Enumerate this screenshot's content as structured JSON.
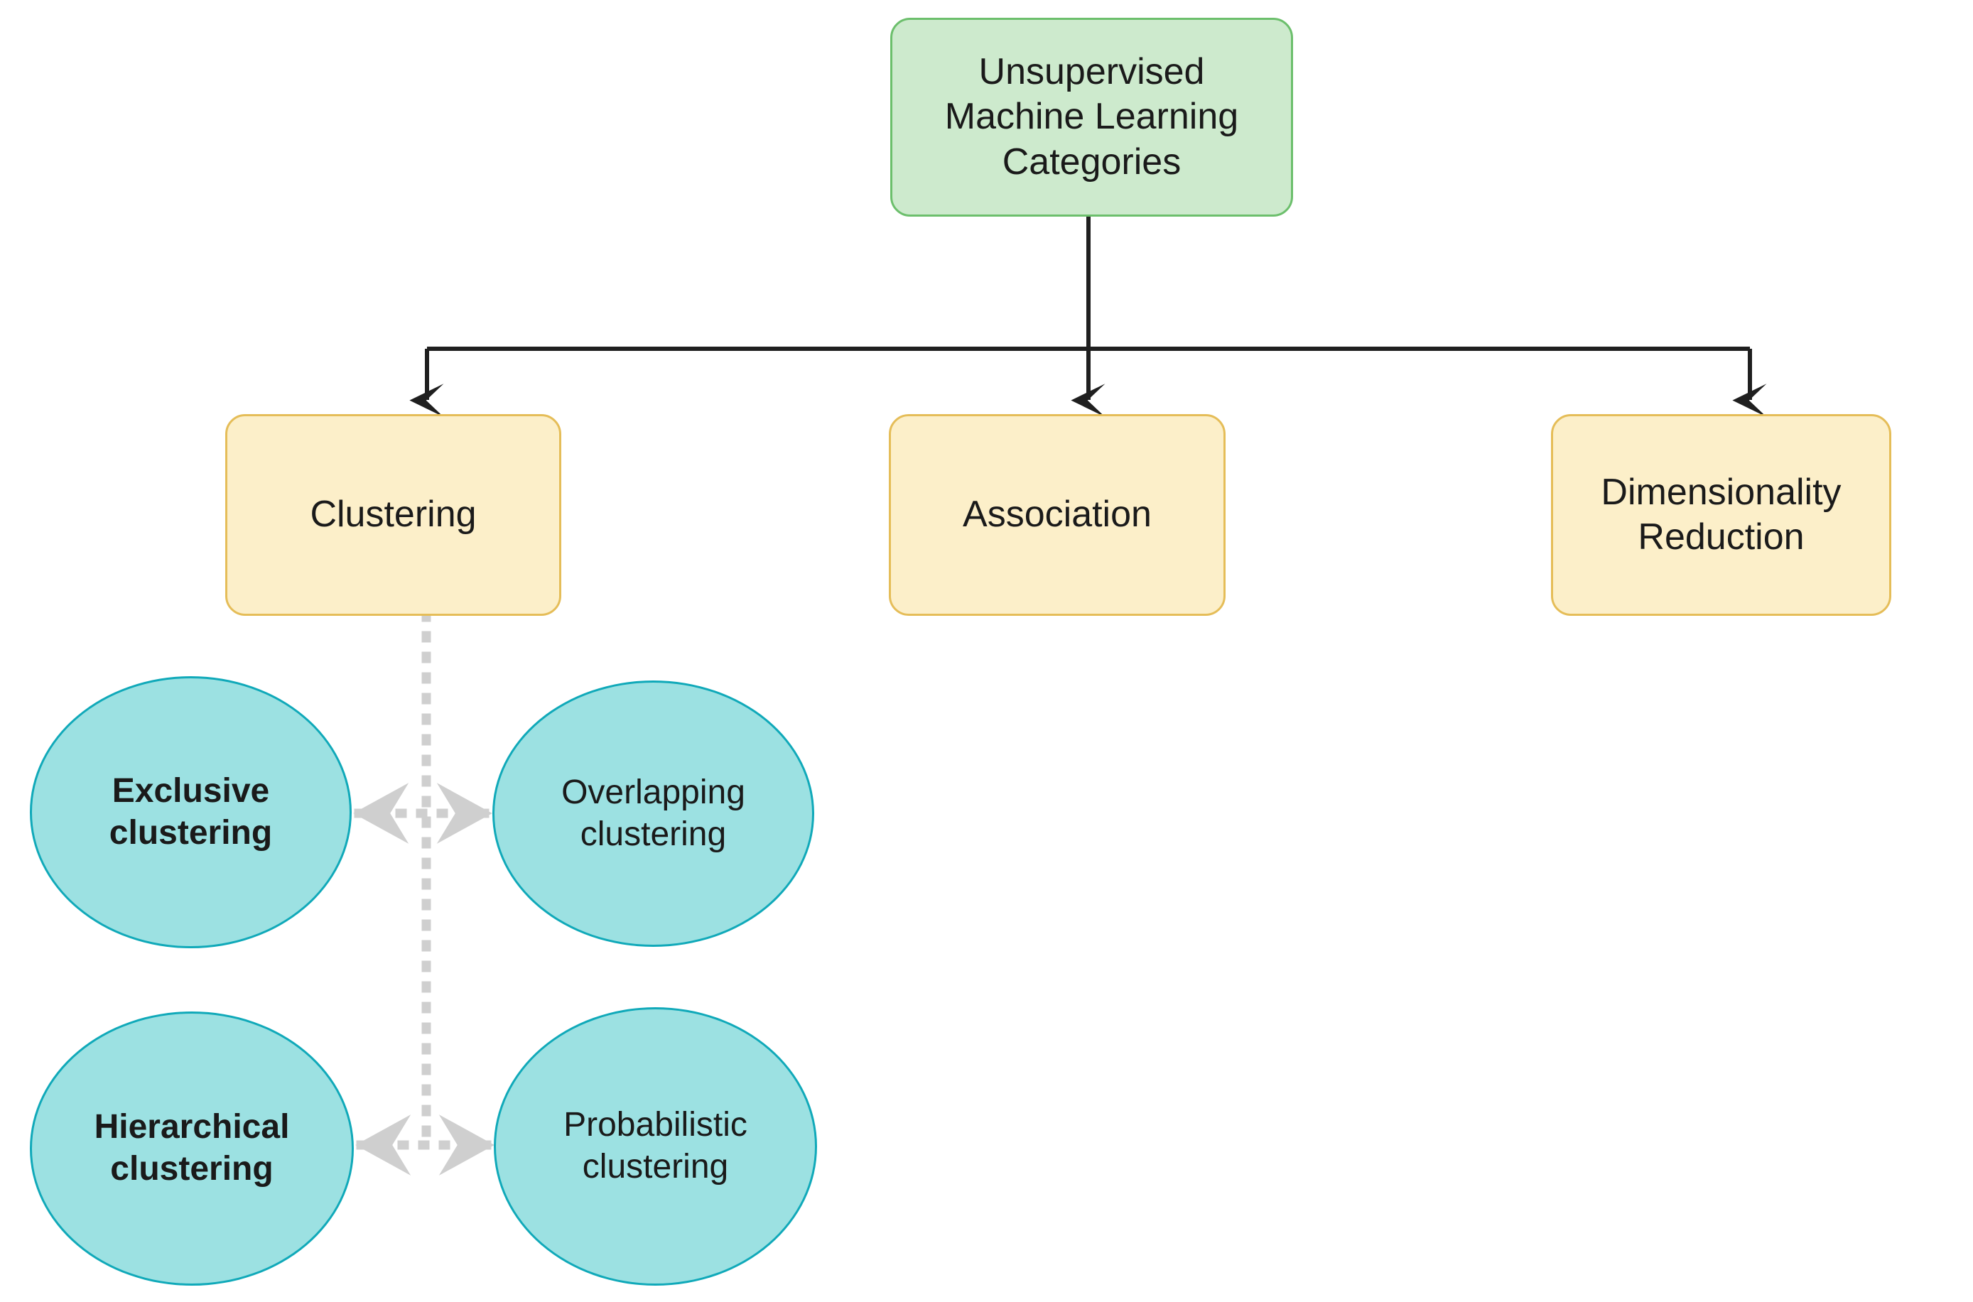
{
  "diagram": {
    "title_node": {
      "label": "Unsupervised\nMachine Learning\nCategories",
      "fill": "#cdeacd",
      "stroke": "#6cbf6c"
    },
    "branches": [
      {
        "label": "Clustering",
        "fill": "#fcefc9",
        "stroke": "#e5bd58"
      },
      {
        "label": "Association",
        "fill": "#fcefc9",
        "stroke": "#e5bd58"
      },
      {
        "label": "Dimensionality\nReduction",
        "fill": "#fcefc9",
        "stroke": "#e5bd58"
      }
    ],
    "leaves": [
      {
        "label": "Exclusive\nclustering",
        "fill": "#9ce1e2",
        "stroke": "#10a9b9"
      },
      {
        "label": "Overlapping\nclustering",
        "fill": "#9ce1e2",
        "stroke": "#10a9b9"
      },
      {
        "label": "Hierarchical\nclustering",
        "fill": "#9ce1e2",
        "stroke": "#10a9b9"
      },
      {
        "label": "Probabilistic\nclustering",
        "fill": "#9ce1e2",
        "stroke": "#10a9b9"
      }
    ],
    "connectors": {
      "tree_edge_color": "#1f1f1f",
      "dotted_edge_color": "#cfcfcf"
    }
  }
}
